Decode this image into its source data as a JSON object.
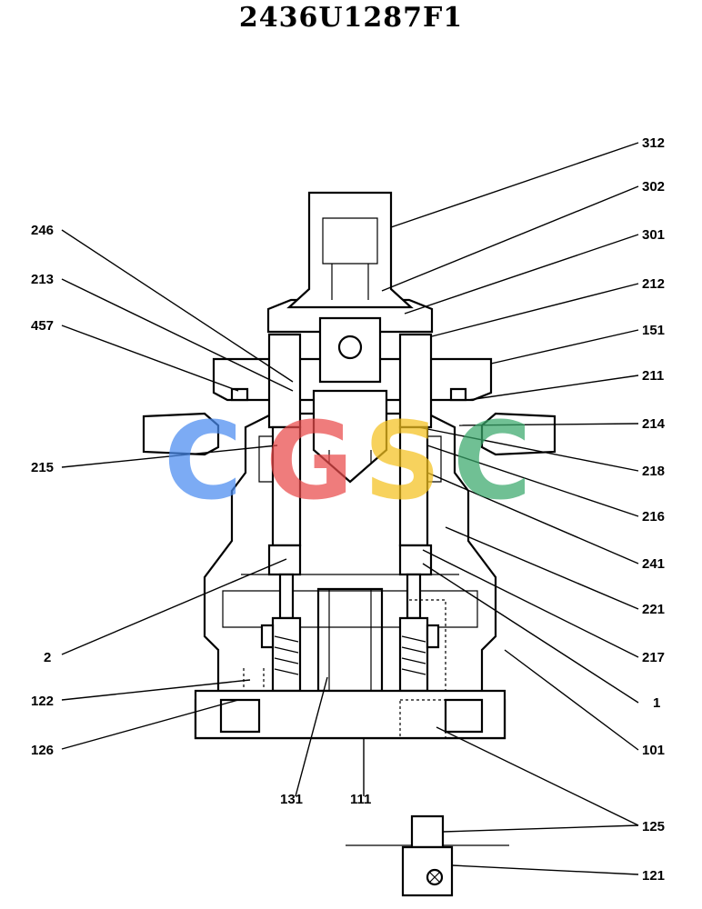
{
  "title": "2436U1287F1",
  "watermark": {
    "letters": [
      "C",
      "G",
      "S",
      "C"
    ],
    "colors": [
      "#4a8cf0",
      "#ea4b4b",
      "#f4c21f",
      "#3aa86b"
    ]
  },
  "callouts": [
    {
      "id": "312",
      "label": "312"
    },
    {
      "id": "302",
      "label": "302"
    },
    {
      "id": "301",
      "label": "301"
    },
    {
      "id": "212",
      "label": "212"
    },
    {
      "id": "151",
      "label": "151"
    },
    {
      "id": "211",
      "label": "211"
    },
    {
      "id": "214",
      "label": "214"
    },
    {
      "id": "218",
      "label": "218"
    },
    {
      "id": "216",
      "label": "216"
    },
    {
      "id": "241",
      "label": "241"
    },
    {
      "id": "221",
      "label": "221"
    },
    {
      "id": "217",
      "label": "217"
    },
    {
      "id": "1",
      "label": "1"
    },
    {
      "id": "101",
      "label": "101"
    },
    {
      "id": "125",
      "label": "125"
    },
    {
      "id": "121",
      "label": "121"
    },
    {
      "id": "246",
      "label": "246"
    },
    {
      "id": "213",
      "label": "213"
    },
    {
      "id": "457",
      "label": "457"
    },
    {
      "id": "215",
      "label": "215"
    },
    {
      "id": "2",
      "label": "2"
    },
    {
      "id": "122",
      "label": "122"
    },
    {
      "id": "126",
      "label": "126"
    },
    {
      "id": "131",
      "label": "131"
    },
    {
      "id": "111",
      "label": "111"
    }
  ]
}
